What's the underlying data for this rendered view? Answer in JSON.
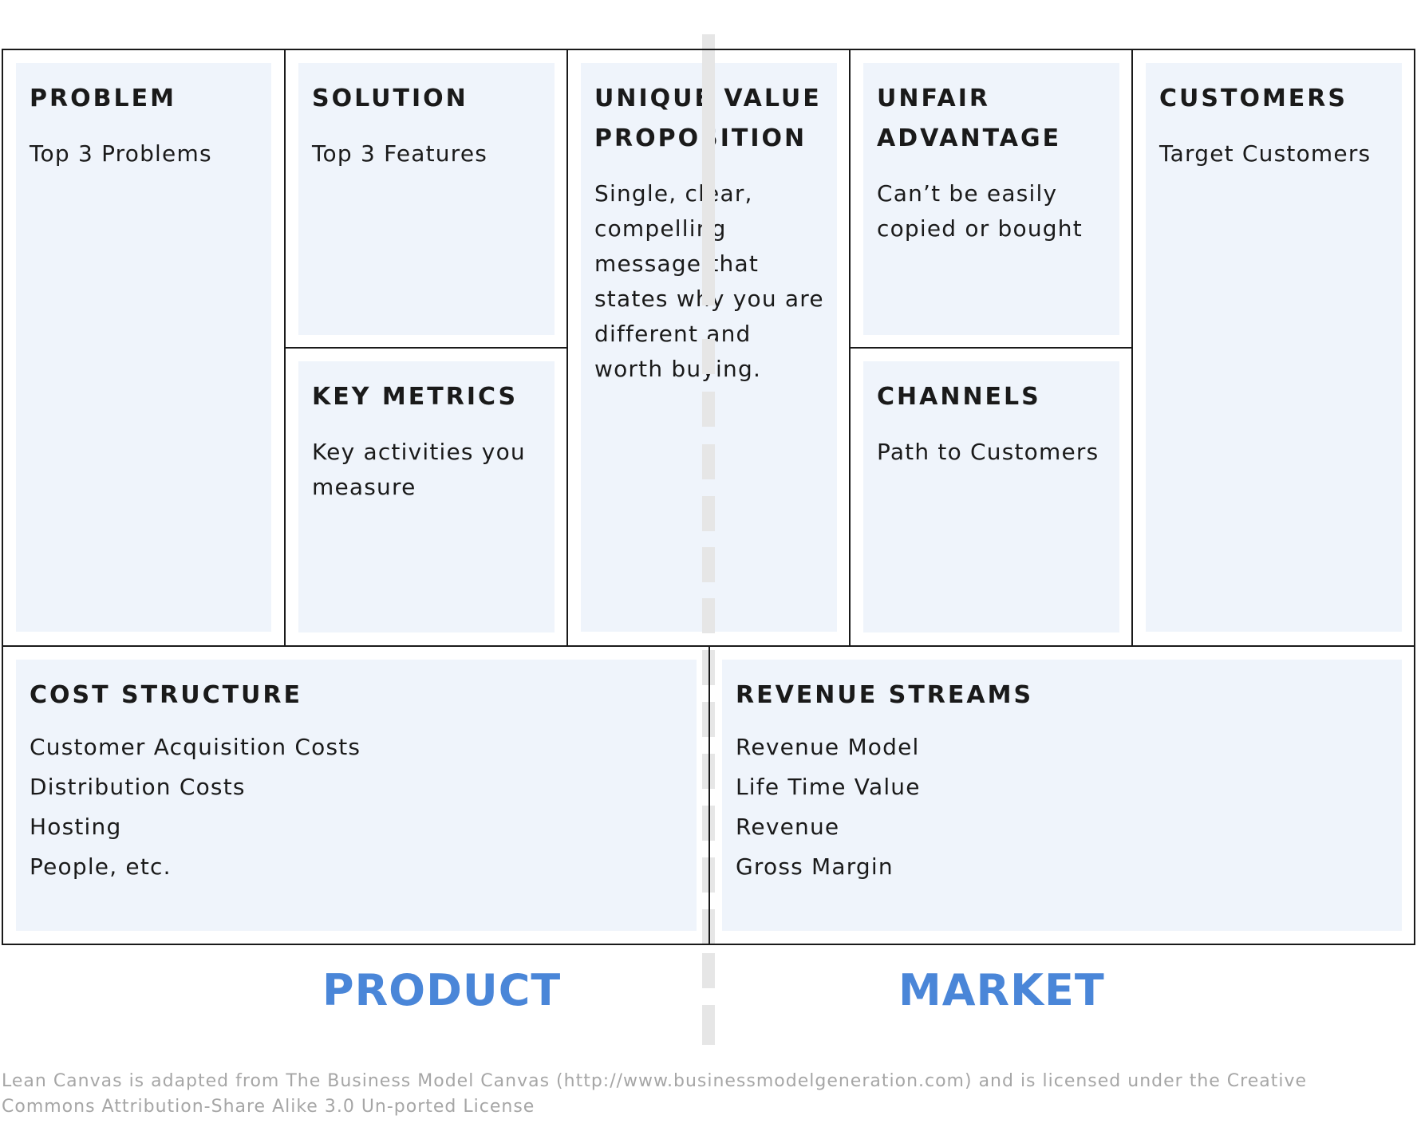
{
  "blocks": {
    "problem": {
      "title": "PROBLEM",
      "body": "Top 3 Problems"
    },
    "solution": {
      "title": "SOLUTION",
      "body": "Top 3 Features"
    },
    "key_metrics": {
      "title": "KEY METRICS",
      "body": "Key activities you measure"
    },
    "uvp": {
      "title_line1": "UNIQUE VALUE",
      "title_line2": "PROPOSITION",
      "body": "Single, clear, compelling message that states why you are different and worth buying."
    },
    "unfair_advantage": {
      "title_line1": "UNFAIR",
      "title_line2": "ADVANTAGE",
      "body": "Can’t be easily copied or bought"
    },
    "channels": {
      "title": "CHANNELS",
      "body": "Path to Customers"
    },
    "customers": {
      "title": "CUSTOMERS",
      "body": "Target Customers"
    },
    "cost_structure": {
      "title": "COST STRUCTURE",
      "items": [
        "Customer Acquisition Costs",
        "Distribution Costs",
        "Hosting",
        "People, etc."
      ]
    },
    "revenue_streams": {
      "title": "REVENUE STREAMS",
      "items": [
        "Revenue Model",
        "Life Time Value",
        "Revenue",
        "Gross Margin"
      ]
    }
  },
  "labels": {
    "product": "PRODUCT",
    "market": "MARKET"
  },
  "footer": "Lean Canvas is adapted from The Business Model Canvas (http://www.businessmodelgeneration.com) and is licensed under the Creative Commons Attribution-Share Alike 3.0 Un-ported License",
  "colors": {
    "box_fill": "#eff4fb",
    "accent": "#4a86d8",
    "divider": "#e6e6e6",
    "line": "#1a1a1a"
  }
}
